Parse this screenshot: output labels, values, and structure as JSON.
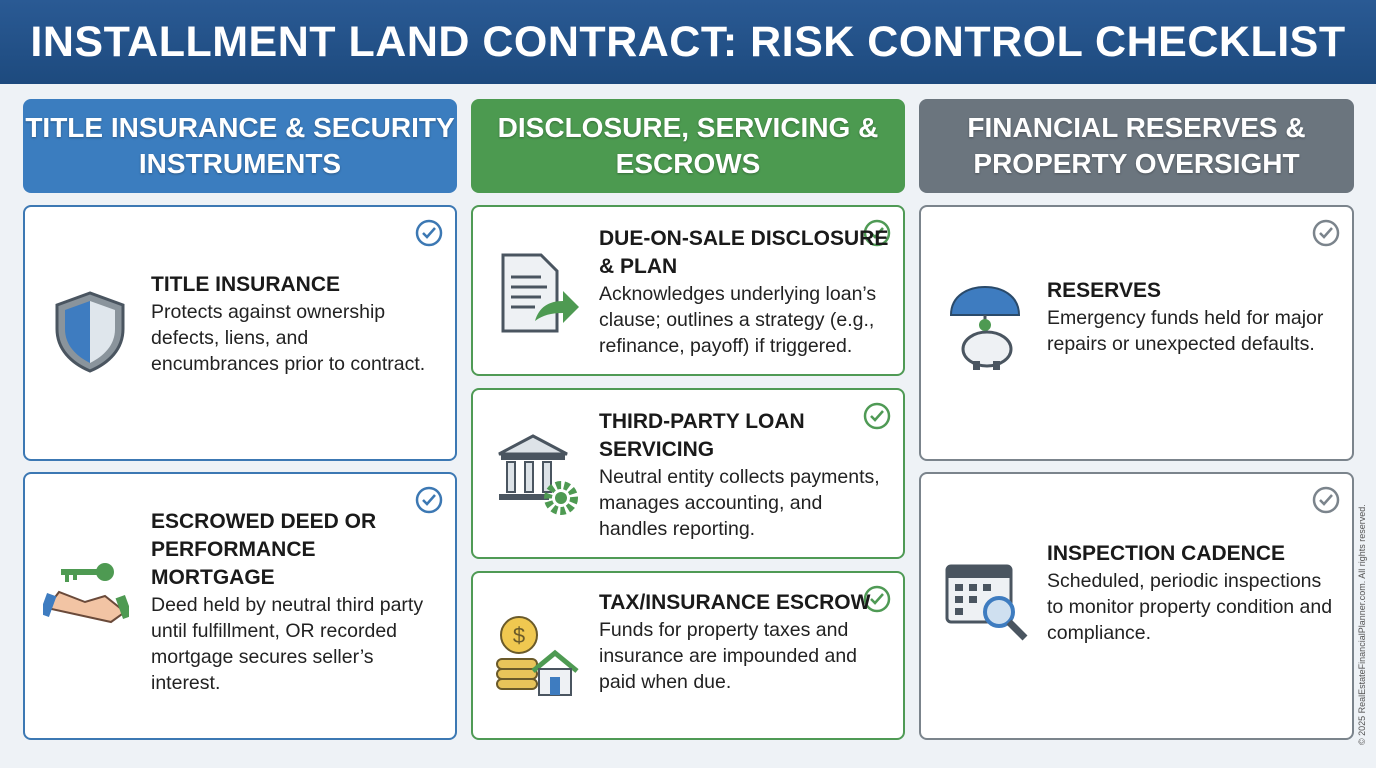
{
  "title": "INSTALLMENT LAND CONTRACT: RISK CONTROL CHECKLIST",
  "columns": [
    {
      "header": "TITLE INSURANCE & SECURITY INSTRUMENTS",
      "color": "#3b7dbf",
      "items": [
        {
          "title": "TITLE INSURANCE",
          "desc": "Protects against ownership defects, liens, and encumbrances prior to contract.",
          "icon": "shield-icon"
        },
        {
          "title": "ESCROWED DEED OR PERFORMANCE MORTGAGE",
          "desc": "Deed held by neutral third party until fulfillment, OR recorded mortgage secures seller’s interest.",
          "icon": "handshake-key-icon"
        }
      ]
    },
    {
      "header": "DISCLOSURE, SERVICING & ESCROWS",
      "color": "#4c9a50",
      "items": [
        {
          "title": "DUE-ON-SALE DISCLOSURE & PLAN",
          "desc": "Acknowledges underlying loan’s clause; outlines a strategy (e.g., refinance, payoff) if triggered.",
          "icon": "document-arrow-icon"
        },
        {
          "title": "THIRD-PARTY LOAN SERVICING",
          "desc": "Neutral entity collects payments, manages accounting, and handles reporting.",
          "icon": "bank-gear-icon"
        },
        {
          "title": "TAX/INSURANCE ESCROW",
          "desc": "Funds for property taxes and insurance are impounded and paid when due.",
          "icon": "coins-house-icon"
        }
      ]
    },
    {
      "header": "FINANCIAL RESERVES & PROPERTY OVERSIGHT",
      "color": "#6b757e",
      "items": [
        {
          "title": "RESERVES",
          "desc": "Emergency funds held for major repairs or unexpected defaults.",
          "icon": "umbrella-piggy-bank-icon"
        },
        {
          "title": "INSPECTION CADENCE",
          "desc": "Scheduled, periodic inspections to monitor property condition and compliance.",
          "icon": "calendar-magnifier-icon"
        }
      ]
    }
  ],
  "copyright": "© 2025 RealEstateFinancialPlanner.com. All rights reserved."
}
